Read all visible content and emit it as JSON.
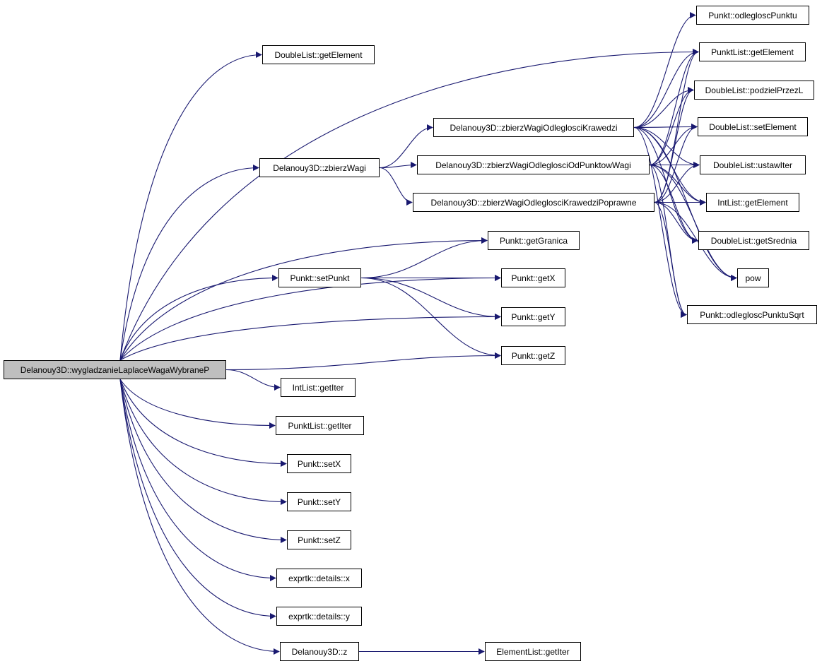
{
  "diagram": {
    "root": "root",
    "edge_color": "#191970",
    "root_fill": "#bfbfbf",
    "nodes": [
      {
        "id": "root",
        "label": "Delanouy3D::wygladzanieLaplaceWagaWybraneP"
      },
      {
        "id": "dl_getElement_top",
        "label": "DoubleList::getElement"
      },
      {
        "id": "zbierzWagi",
        "label": "Delanouy3D::zbierzWagi"
      },
      {
        "id": "setPunkt",
        "label": "Punkt::setPunkt"
      },
      {
        "id": "intlist_getIter",
        "label": "IntList::getIter"
      },
      {
        "id": "punktlist_getIter",
        "label": "PunktList::getIter"
      },
      {
        "id": "setX",
        "label": "Punkt::setX"
      },
      {
        "id": "setY",
        "label": "Punkt::setY"
      },
      {
        "id": "setZ",
        "label": "Punkt::setZ"
      },
      {
        "id": "exprtk_x",
        "label": "exprtk::details::x"
      },
      {
        "id": "exprtk_y",
        "label": "exprtk::details::y"
      },
      {
        "id": "d3d_z",
        "label": "Delanouy3D::z"
      },
      {
        "id": "zwok",
        "label": "Delanouy3D::zbierzWagiOdleglosciKrawedzi"
      },
      {
        "id": "zwoopw",
        "label": "Delanouy3D::zbierzWagiOdleglosciOdPunktowWagi"
      },
      {
        "id": "zwokp",
        "label": "Delanouy3D::zbierzWagiOdleglosciKrawedziPoprawne"
      },
      {
        "id": "getGranica",
        "label": "Punkt::getGranica"
      },
      {
        "id": "getX",
        "label": "Punkt::getX"
      },
      {
        "id": "getY",
        "label": "Punkt::getY"
      },
      {
        "id": "getZ",
        "label": "Punkt::getZ"
      },
      {
        "id": "elementlist_getIter",
        "label": "ElementList::getIter"
      },
      {
        "id": "odlegloscPunktu",
        "label": "Punkt::odlegloscPunktu"
      },
      {
        "id": "punktlist_getElement",
        "label": "PunktList::getElement"
      },
      {
        "id": "podzielPrzezL",
        "label": "DoubleList::podzielPrzezL"
      },
      {
        "id": "setElement",
        "label": "DoubleList::setElement"
      },
      {
        "id": "ustawIter",
        "label": "DoubleList::ustawIter"
      },
      {
        "id": "intlist_getElement",
        "label": "IntList::getElement"
      },
      {
        "id": "getSrednia",
        "label": "DoubleList::getSrednia"
      },
      {
        "id": "pow",
        "label": "pow"
      },
      {
        "id": "odlegloscPunktuSqrt",
        "label": "Punkt::odlegloscPunktuSqrt"
      }
    ],
    "edges": [
      [
        "root",
        "dl_getElement_top"
      ],
      [
        "root",
        "punktlist_getElement"
      ],
      [
        "root",
        "zbierzWagi"
      ],
      [
        "root",
        "getGranica"
      ],
      [
        "root",
        "getX"
      ],
      [
        "root",
        "setPunkt"
      ],
      [
        "root",
        "getY"
      ],
      [
        "root",
        "getZ"
      ],
      [
        "root",
        "intlist_getIter"
      ],
      [
        "root",
        "punktlist_getIter"
      ],
      [
        "root",
        "setX"
      ],
      [
        "root",
        "setY"
      ],
      [
        "root",
        "setZ"
      ],
      [
        "root",
        "exprtk_x"
      ],
      [
        "root",
        "exprtk_y"
      ],
      [
        "root",
        "d3d_z"
      ],
      [
        "zbierzWagi",
        "zwok"
      ],
      [
        "zbierzWagi",
        "zwoopw"
      ],
      [
        "zbierzWagi",
        "zwokp"
      ],
      [
        "setPunkt",
        "getGranica"
      ],
      [
        "setPunkt",
        "getX"
      ],
      [
        "setPunkt",
        "getY"
      ],
      [
        "setPunkt",
        "getZ"
      ],
      [
        "d3d_z",
        "elementlist_getIter"
      ],
      [
        "zwok",
        "odlegloscPunktu"
      ],
      [
        "zwok",
        "punktlist_getElement"
      ],
      [
        "zwok",
        "podzielPrzezL"
      ],
      [
        "zwok",
        "setElement"
      ],
      [
        "zwok",
        "ustawIter"
      ],
      [
        "zwok",
        "intlist_getElement"
      ],
      [
        "zwok",
        "getSrednia"
      ],
      [
        "zwok",
        "pow"
      ],
      [
        "zwok",
        "odlegloscPunktuSqrt"
      ],
      [
        "zwoopw",
        "punktlist_getElement"
      ],
      [
        "zwoopw",
        "podzielPrzezL"
      ],
      [
        "zwoopw",
        "setElement"
      ],
      [
        "zwoopw",
        "ustawIter"
      ],
      [
        "zwoopw",
        "intlist_getElement"
      ],
      [
        "zwoopw",
        "getSrednia"
      ],
      [
        "zwoopw",
        "pow"
      ],
      [
        "zwoopw",
        "odlegloscPunktuSqrt"
      ],
      [
        "zwokp",
        "punktlist_getElement"
      ],
      [
        "zwokp",
        "podzielPrzezL"
      ],
      [
        "zwokp",
        "setElement"
      ],
      [
        "zwokp",
        "ustawIter"
      ],
      [
        "zwokp",
        "intlist_getElement"
      ],
      [
        "zwokp",
        "getSrednia"
      ],
      [
        "zwokp",
        "pow"
      ],
      [
        "zwokp",
        "odlegloscPunktuSqrt"
      ]
    ]
  }
}
